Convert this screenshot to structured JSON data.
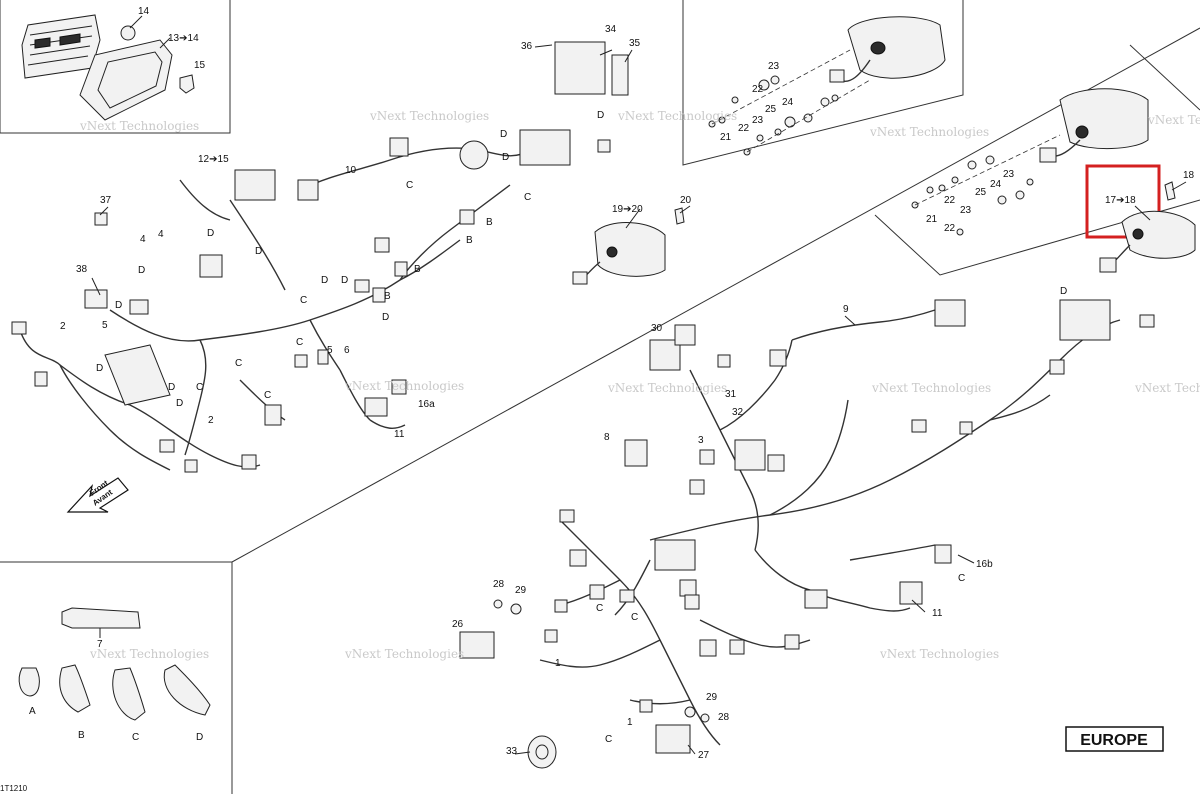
{
  "watermarks": [
    "vNext Technologies",
    "vNext Technologies",
    "vNext Technologies",
    "vNext Technologies",
    "vNext Technologies",
    "vNext Technologies",
    "vNext Technologies",
    "vNext Technologies",
    "vNext Technologies",
    "vNext Technologies",
    "vNext Technologies",
    "vNext Technologies"
  ],
  "region_label": "EUROPE",
  "front_arrow": {
    "line1": "Front",
    "line2": "Avant"
  },
  "drawing_code": "1T1210",
  "highlight_color": "#d42020",
  "callouts": {
    "c14": "14",
    "c13_14": "13➔14",
    "c15": "15",
    "c12_15": "12➔15",
    "c34": "34",
    "c36": "36",
    "c35": "35",
    "c10": "10",
    "c37": "37",
    "c38": "38",
    "c2a": "2",
    "c2b": "2",
    "c4a": "4",
    "c4b": "4",
    "c5a": "5",
    "c5b": "5",
    "c6": "6",
    "c16a": "16a",
    "c11a": "11",
    "c19_20": "19➔20",
    "c20": "20",
    "c23a": "23",
    "c22a": "22",
    "c25a": "25",
    "c24a": "24",
    "c21a": "21",
    "c23b": "23",
    "c22b": "22",
    "c23c": "23",
    "c24b": "24",
    "c25b": "25",
    "c22c": "22",
    "c23d": "23",
    "c21b": "21",
    "c22d": "22",
    "c17_18": "17➔18",
    "c18": "18",
    "c9": "9",
    "c30": "30",
    "c31": "31",
    "c32": "32",
    "c3": "3",
    "c8": "8",
    "c16b": "16b",
    "c11b": "11",
    "c28a": "28",
    "c29a": "29",
    "c26": "26",
    "c1a": "1",
    "c1b": "1",
    "c29b": "29",
    "c28b": "28",
    "c33": "33",
    "c27": "27",
    "c7": "7"
  },
  "clip_letters": {
    "A": "A",
    "B": "B",
    "C": "C",
    "D": "D"
  }
}
